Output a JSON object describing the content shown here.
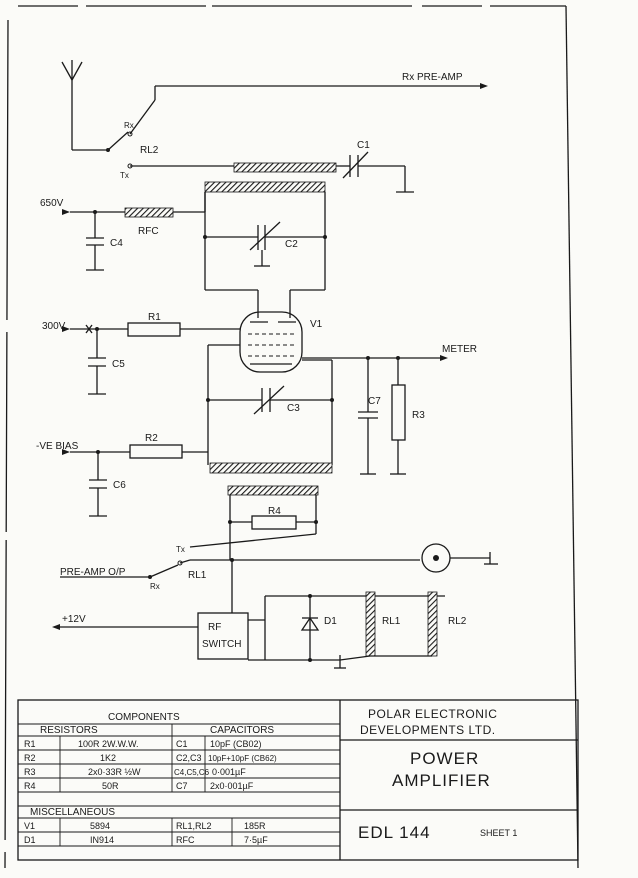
{
  "labels": {
    "rx_preamp": "Rx PRE-AMP",
    "rx": "Rx",
    "rl2": "RL2",
    "tx": "Tx",
    "c1": "C1",
    "v650": "650V",
    "rfc": "RFC",
    "c4": "C4",
    "c2": "C2",
    "v300": "300V",
    "r1": "R1",
    "v1": "V1",
    "c5": "C5",
    "meter": "METER",
    "c3": "C3",
    "c7": "C7",
    "r3": "R3",
    "ve_bias": "-VE BIAS",
    "r2": "R2",
    "c6": "C6",
    "r4": "R4",
    "tx2": "Tx",
    "preamp_op": "PRE-AMP O/P",
    "rl1": "RL1",
    "rx2": "Rx",
    "v12": "+12V",
    "rf_switch_1": "RF",
    "rf_switch_2": "SWITCH",
    "d1": "D1",
    "rl1_coil": "RL1",
    "rl2_coil": "RL2"
  },
  "title_block": {
    "components": "COMPONENTS",
    "resistors": "RESISTORS",
    "capacitors": "CAPACITORS",
    "resistor_rows": [
      {
        "ref": "R1",
        "value": "100R 2W.W.W."
      },
      {
        "ref": "R2",
        "value": "1K2"
      },
      {
        "ref": "R3",
        "value": "2x0·33R ½W"
      },
      {
        "ref": "R4",
        "value": "50R"
      }
    ],
    "capacitor_rows": [
      {
        "ref": "C1",
        "value": "10pF (CB02)"
      },
      {
        "ref": "C2,C3",
        "value": "10pF+10pF (CB62)"
      },
      {
        "ref": "C4,C5,C6",
        "value": "0·001µF"
      },
      {
        "ref": "C7",
        "value": "2x0·001µF"
      }
    ],
    "miscellaneous": "MISCELLANEOUS",
    "misc_rows": [
      {
        "ref": "V1",
        "value": "5894",
        "ref2": "RL1,RL2",
        "value2": "185R"
      },
      {
        "ref": "D1",
        "value": "IN914",
        "ref2": "RFC",
        "value2": "7·5µF"
      }
    ],
    "company_1": "POLAR ELECTRONIC",
    "company_2": "DEVELOPMENTS LTD.",
    "title_1": "POWER",
    "title_2": "AMPLIFIER",
    "drawing_no": "EDL 144",
    "sheet": "SHEET 1"
  }
}
